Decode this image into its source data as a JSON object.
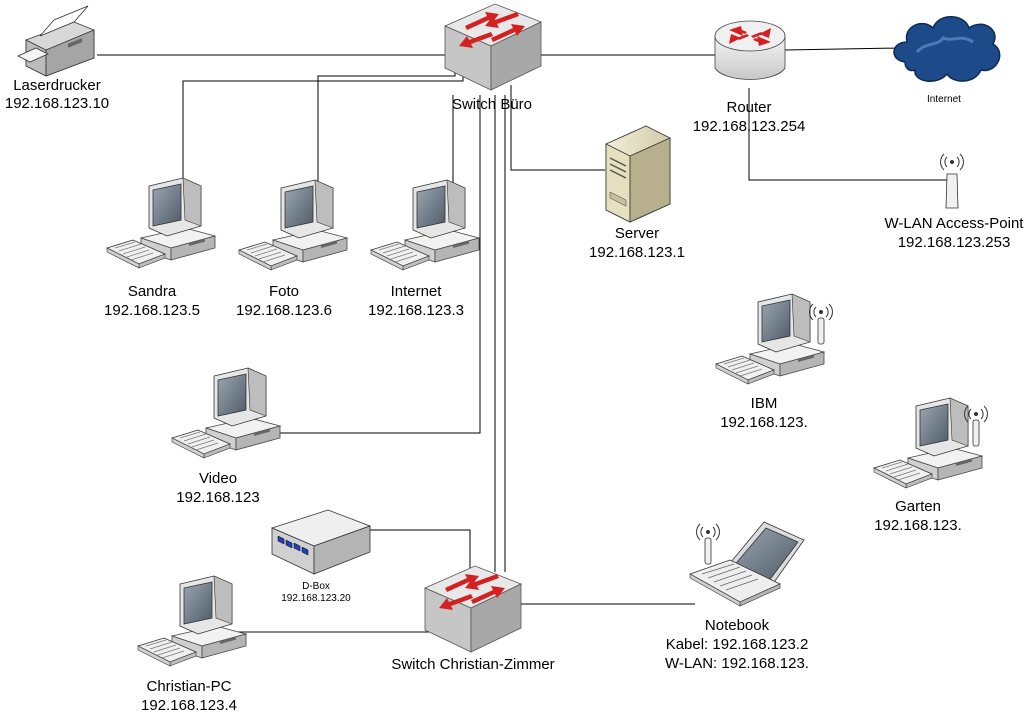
{
  "devices": {
    "laserdrucker": {
      "name": "Laserdrucker",
      "ip": "192.168.123.10"
    },
    "switch_buero": {
      "name": "Switch Büro"
    },
    "router": {
      "name": "Router",
      "ip": "192.168.123.254"
    },
    "internet_cloud": {
      "name": "Internet"
    },
    "server": {
      "name": "Server",
      "ip": "192.168.123.1"
    },
    "wlan_ap": {
      "name": "W-LAN Access-Point",
      "ip": "192.168.123.253"
    },
    "sandra": {
      "name": "Sandra",
      "ip": "192.168.123.5"
    },
    "foto": {
      "name": "Foto",
      "ip": "192.168.123.6"
    },
    "internet_pc": {
      "name": "Internet",
      "ip": "192.168.123.3"
    },
    "ibm": {
      "name": "IBM",
      "ip": "192.168.123."
    },
    "video": {
      "name": "Video",
      "ip": "192.168.123"
    },
    "garten": {
      "name": "Garten",
      "ip": "192.168.123."
    },
    "dbox": {
      "name": "D-Box",
      "ip": "192.168.123.20"
    },
    "switch_christian": {
      "name": "Switch Christian-Zimmer"
    },
    "notebook": {
      "name": "Notebook",
      "cable": "Kabel: 192.168.123.2",
      "wlan": "W-LAN: 192.168.123."
    },
    "christian_pc": {
      "name": "Christian-PC",
      "ip": "192.168.123.4"
    }
  },
  "colors": {
    "line": "#000000",
    "arrow": "#d42020",
    "switch_top": "#e6e6e6",
    "switch_side": "#a6a6a6",
    "cloud": "#1c4a86",
    "pc_body": "#e8e8e8",
    "screen": "#7d8a96"
  }
}
